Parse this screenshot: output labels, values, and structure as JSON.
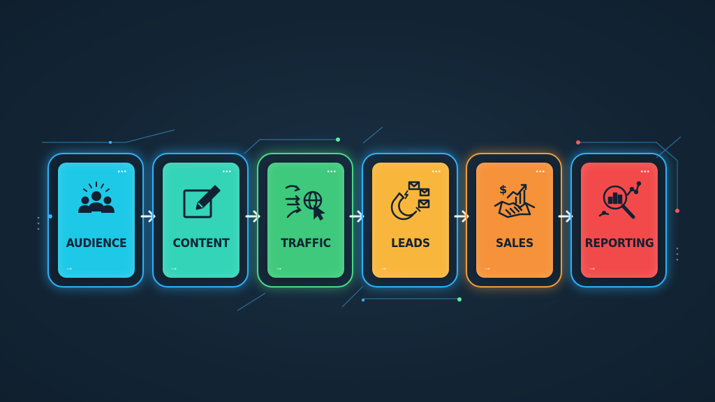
{
  "stages": [
    {
      "label": "AUDIENCE",
      "icon": "audience-group-icon",
      "color": "#1ec9e8",
      "accent": "#2fb6ff"
    },
    {
      "label": "CONTENT",
      "icon": "content-edit-icon",
      "color": "#33d4b8",
      "accent": "#2fb6ff"
    },
    {
      "label": "TRAFFIC",
      "icon": "traffic-globe-icon",
      "color": "#3ec97c",
      "accent": "#4be08a"
    },
    {
      "label": "LEADS",
      "icon": "leads-magnet-icon",
      "color": "#f8b73c",
      "accent": "#2fb6ff"
    },
    {
      "label": "SALES",
      "icon": "sales-handshake-icon",
      "color": "#f5923a",
      "accent": "#f7a13c"
    },
    {
      "label": "REPORTING",
      "icon": "reporting-analytics-icon",
      "color": "#f24a4a",
      "accent": "#2fb6ff"
    }
  ],
  "card_menu_glyph": "•••",
  "card_arrow_glyph": "→",
  "connector": "right-arrow-icon",
  "colors": {
    "background": "#142636",
    "label_text": "#102233"
  }
}
